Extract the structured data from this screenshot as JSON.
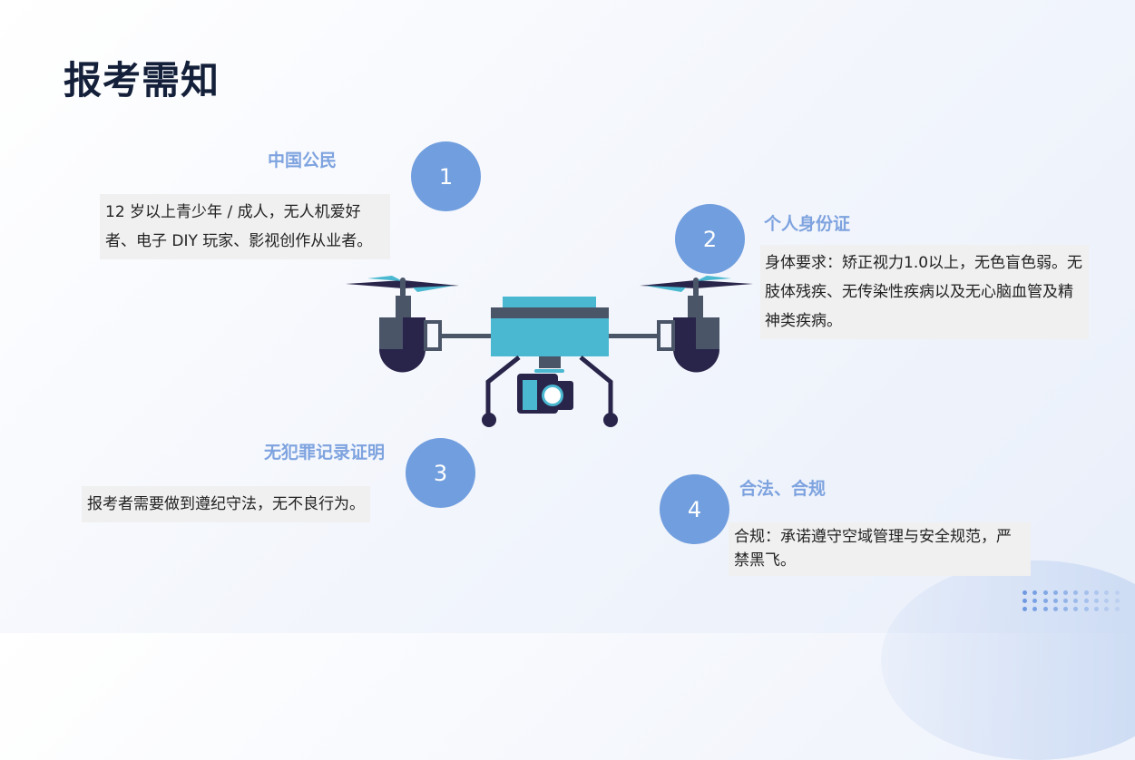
{
  "title": "报考需知",
  "items": [
    {
      "number": "1",
      "heading": "中国公民",
      "text": "12 岁以上青少年 / 成人，无人机爱好者、电子 DIY 玩家、影视创作从业者。"
    },
    {
      "number": "2",
      "heading": "个人身份证",
      "text": "身体要求：矫正视力1.0以上，无色盲色弱。无肢体残疾、无传染性疾病以及无心脑血管及精神类疾病。"
    },
    {
      "number": "3",
      "heading": "无犯罪记录证明",
      "text": "报考者需要做到遵纪守法，无不良行为。"
    },
    {
      "number": "4",
      "heading": "合法、合规",
      "text": "合规：承诺遵守空域管理与安全规范，严禁黑飞。"
    }
  ],
  "colors": {
    "accent": "#719ede",
    "heading": "#7ea3df",
    "drone_cyan": "#4ab8d0",
    "drone_dark": "#28244a",
    "drone_grey": "#4a5568"
  }
}
